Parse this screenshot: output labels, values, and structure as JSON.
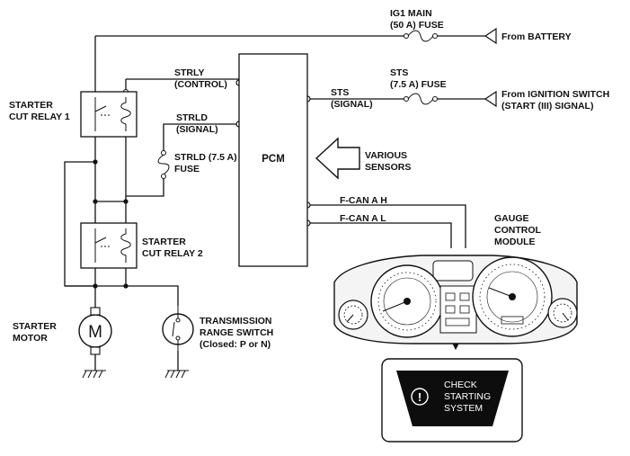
{
  "labels": {
    "ig1_fuse": [
      "IG1 MAIN",
      "(50 A) FUSE"
    ],
    "from_battery": "From BATTERY",
    "sts_fuse": [
      "STS",
      "(7.5 A) FUSE"
    ],
    "from_ignition": [
      "From IGNITION SWITCH",
      "(START (III) SIGNAL)"
    ],
    "strly": [
      "STRLY",
      "(CONTROL)"
    ],
    "strld": [
      "STRLD",
      "(SIGNAL)"
    ],
    "strld_fuse": [
      "STRLD (7.5 A)",
      "FUSE"
    ],
    "sts_signal": [
      "STS",
      "(SIGNAL)"
    ],
    "pcm": "PCM",
    "various_sensors": [
      "VARIOUS",
      "SENSORS"
    ],
    "fcan_h": "F-CAN A H",
    "fcan_l": "F-CAN A L",
    "gauge_module": [
      "GAUGE",
      "CONTROL",
      "MODULE"
    ],
    "relay1": [
      "STARTER",
      "CUT RELAY 1"
    ],
    "relay2": [
      "STARTER",
      "CUT RELAY 2"
    ],
    "starter_motor": [
      "STARTER",
      "MOTOR"
    ],
    "motor_symbol": "M",
    "trans_switch": [
      "TRANSMISSION",
      "RANGE SWITCH",
      "(Closed: P or N)"
    ],
    "check_message": [
      "CHECK",
      "STARTING",
      "SYSTEM"
    ],
    "warning_symbol": "!"
  },
  "colors": {
    "line": "#111111",
    "display_bg": "#0d0d0d",
    "display_text": "#ffffff"
  }
}
